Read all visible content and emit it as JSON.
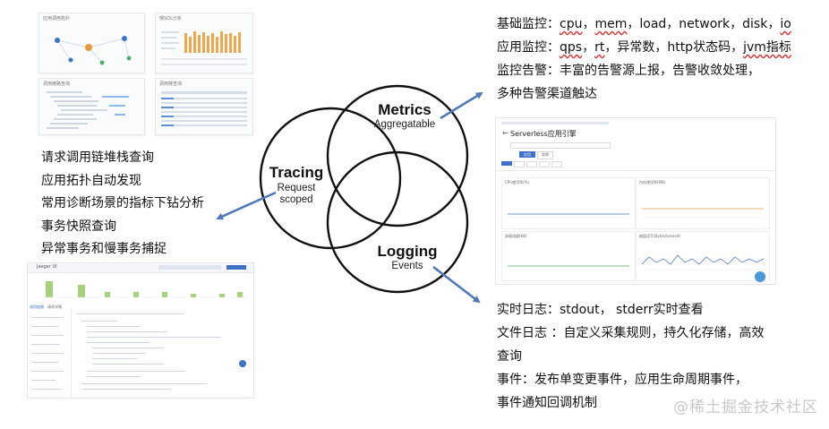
{
  "thumbnails": {
    "app_topology_title": "应用调用拓扑",
    "slow_sql_title": "慢SQL分析",
    "trace_title": "调用链路查询",
    "trace_list_title": "调用链查询"
  },
  "venn": {
    "metrics": {
      "title": "Metrics",
      "subtitle": "Aggregatable"
    },
    "tracing": {
      "title": "Tracing",
      "subtitle_line1": "Request",
      "subtitle_line2": "scoped"
    },
    "logging": {
      "title": "Logging",
      "subtitle": "Events"
    }
  },
  "tracing_features": [
    "请求调用链堆栈查询",
    "应用拓扑自动发现",
    "常用诊断场景的指标下钻分析",
    "事务快照查询",
    "异常事务和慢事务捕捉"
  ],
  "metrics_features": {
    "line1_prefix": "基础监控：",
    "line1_items": [
      "cpu",
      "mem",
      "load",
      "network",
      "disk",
      "io"
    ],
    "line2_prefix": "应用监控：",
    "line2_a": "qps",
    "line2_b": "rt",
    "line2_c": "异常数，http状态码，",
    "line2_d": "jvm指标",
    "line3": "监控告警：丰富的告警源上报，告警收敛处理，",
    "line4": "多种告警渠道触达"
  },
  "serverless_panel": {
    "title": "Serverless应用引擎",
    "chart1_title": "CPU使用率(%)",
    "chart2_title": "内存使用率(MB)",
    "chart3_title": "网络流量(KB)",
    "chart4_title": "磁盘读写(Bytes/second)",
    "btn_primary": "应用",
    "btn_secondary": "实例"
  },
  "logging_features": [
    "实时日志：stdout， stderr实时查看",
    "文件日志 ：自定义采集规则，持久化存储，高效",
    "查询",
    "事件：发布单变更事件，应用生命周期事件，",
    "事件通知回调机制"
  ],
  "trace_detail_panel": {
    "title": "Jaeger UI",
    "tab1": "调用链路",
    "tab2": "请求详情"
  },
  "watermark": "@稀土掘金技术社区",
  "colors": {
    "arrow": "#5179b8",
    "accent": "#3d72c7",
    "bar": "#a8d27a"
  }
}
